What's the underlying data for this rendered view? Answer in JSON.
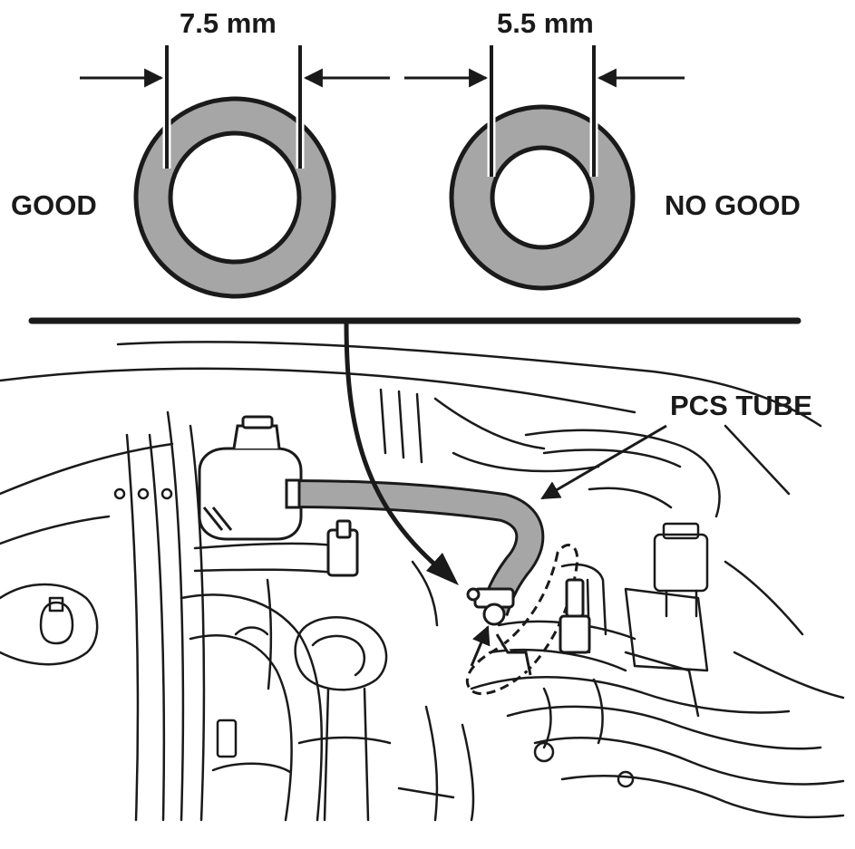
{
  "labels": {
    "good_dimension": "7.5 mm",
    "no_good_dimension": "5.5 mm",
    "good": "GOOD",
    "no_good": "NO GOOD",
    "pcs_tube": "PCS TUBE"
  },
  "colors": {
    "ink": "#1a1a1a",
    "ring_fill": "#a6a6a6",
    "tube_fill": "#a6a6a6",
    "background": "#ffffff"
  }
}
